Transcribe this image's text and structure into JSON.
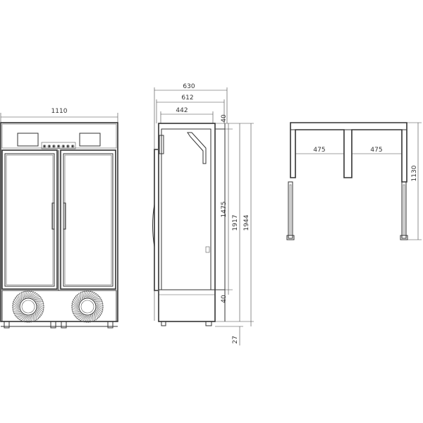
{
  "front_view": {
    "width_label": "1110",
    "panel_buttons": [
      "◉",
      "◉",
      "◉",
      "◉",
      "◉",
      "◉",
      "◉"
    ]
  },
  "side_view": {
    "depth_total": "630",
    "depth_mid": "612",
    "depth_inner": "442",
    "top_gap": "40",
    "inner_height": "1475",
    "mid_height": "1917",
    "total_height": "1944",
    "bottom_gap": "40",
    "leg_height": "27"
  },
  "top_view": {
    "door_swing_left": "475",
    "door_swing_right": "475",
    "total_depth_open": "1130"
  },
  "colors": {
    "line": "#333333",
    "background": "#ffffff"
  }
}
